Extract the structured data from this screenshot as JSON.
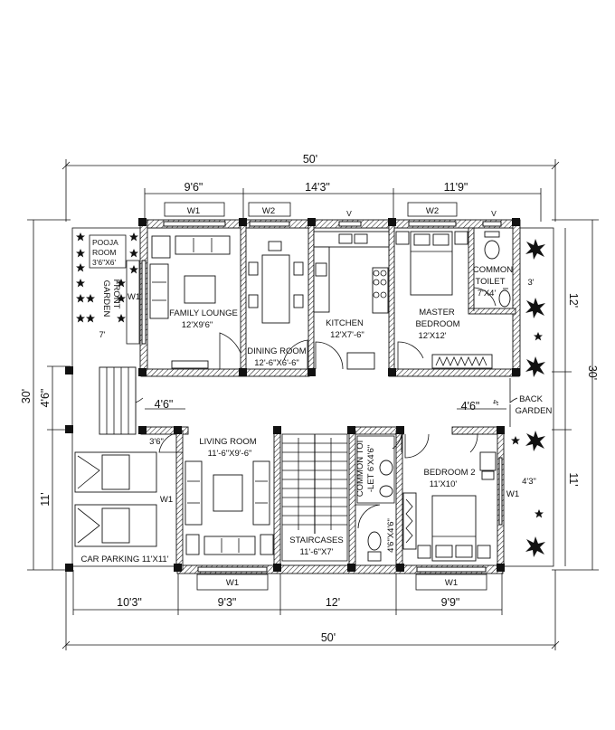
{
  "dimensions": {
    "overall_top": "50'",
    "overall_bottom": "50'",
    "overall_left": "30'",
    "overall_right": "30'",
    "top_segments": [
      "9'6\"",
      "14'3\"",
      "11'9\""
    ],
    "bottom_segments": [
      "10'3\"",
      "9'3\"",
      "12'",
      "9'9\""
    ],
    "left_segments": [
      "4'6\"",
      "11'"
    ],
    "right_segments": [
      "12'",
      "11'"
    ]
  },
  "windows": {
    "w1": "W1",
    "w2": "W2",
    "ventilator": "V"
  },
  "rooms": {
    "pooja": {
      "name_line1": "POOJA",
      "name_line2": "ROOM",
      "size": "3'6\"X6'"
    },
    "front_garden": {
      "name_line1": "FRONT",
      "name_line2": "GARDEN",
      "size": "7'"
    },
    "family_lounge": {
      "name": "FAMILY LOUNGE",
      "size": "12'X9'6\""
    },
    "dining": {
      "name": "DINING ROOM",
      "size": "12'-6\"X6'-6\""
    },
    "kitchen": {
      "name": "KITCHEN",
      "size": "12'X7'-6\""
    },
    "master_bedroom": {
      "name_line1": "MASTER",
      "name_line2": "BEDROOM",
      "size": "12'X12'"
    },
    "common_toilet": {
      "name_line1": "COMMON",
      "name_line2": "TOILET",
      "size": "7'X4'",
      "side_dim": "3'"
    },
    "passage": {
      "left_width": "4'6\"",
      "right_width": "4'6\"",
      "right_small": "4'"
    },
    "back_garden": {
      "name_line1": "BACK",
      "name_line2": "GARDEN"
    },
    "living": {
      "name": "LIVING ROOM",
      "size": "11'-6\"X9'-6\"",
      "side_dim": "3'6\""
    },
    "staircase": {
      "name": "STAIRCASES",
      "size": "11'-6\"X7'"
    },
    "common_toilet_2": {
      "name_line1": "COMMON TOI",
      "name_line2": "-LET 6'X4'6\"",
      "side_dim": "4'6\"X4'6\""
    },
    "bedroom2": {
      "name": "BEDROOM 2",
      "size": "11'X10'",
      "side_dim": "4'3\""
    },
    "car_parking": {
      "name": "CAR PARKING 11'X11'"
    }
  }
}
